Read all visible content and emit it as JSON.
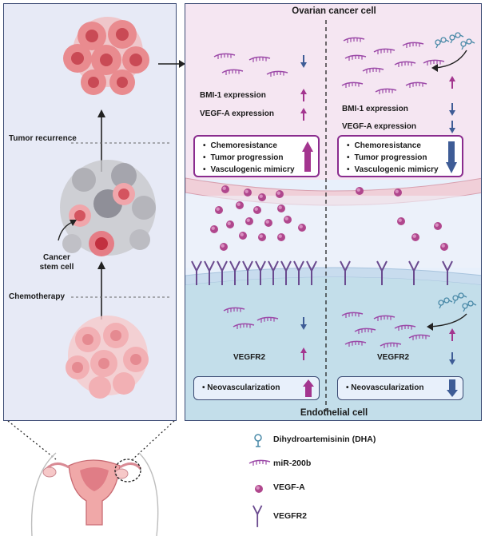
{
  "left": {
    "tumor_recurrence": "Tumor recurrence",
    "cancer_stem_cell": "Cancer stem cell",
    "chemotherapy": "Chemotherapy"
  },
  "right": {
    "top_label": "Ovarian cancer cell",
    "bottom_label": "Endothelial cell",
    "left_side": {
      "bmi1": "BMI-1 expression",
      "vegfa": "VEGF-A expression",
      "outcomes": [
        "Chemoresistance",
        "Tumor progression",
        "Vasculogenic mimicry"
      ],
      "vegfr2": "VEGFR2",
      "neo": "Neovascularization"
    },
    "right_side": {
      "bmi1": "BMI-1 expression",
      "vegfa": "VEGF-A expression",
      "outcomes": [
        "Chemoresistance",
        "Tumor progression",
        "Vasculogenic mimicry"
      ],
      "vegfr2": "VEGFR2",
      "neo": "Neovascularization"
    }
  },
  "legend": [
    {
      "icon": "dha-icon",
      "label": "Dihydroartemisinin (DHA)"
    },
    {
      "icon": "mirna-icon",
      "label": "miR-200b"
    },
    {
      "icon": "vegfa-icon",
      "label": "VEGF-A"
    },
    {
      "icon": "receptor-icon",
      "label": "VEGFR2"
    }
  ],
  "colors": {
    "up": "#a3358f",
    "down": "#3e5c96",
    "panel_border": "#3b4a73",
    "box_border": "#8a2c8e"
  }
}
